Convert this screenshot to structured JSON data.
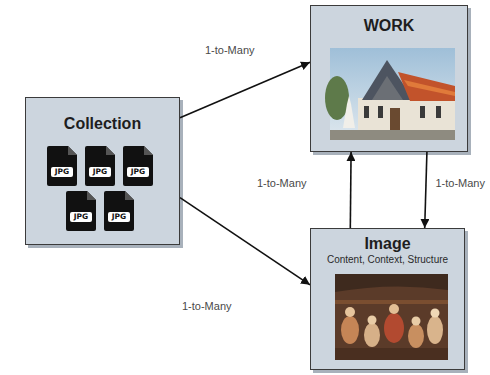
{
  "diagram": {
    "nodes": [
      {
        "text": [
          "Collection"
        ]
      },
      {
        "text": [
          "WORK"
        ]
      },
      {
        "text": [
          "Image",
          "Content, Context, Structure"
        ]
      }
    ],
    "edges": [
      {
        "from": 0,
        "to": 1,
        "arrow": "to",
        "label": "1-to-Many"
      },
      {
        "from": 0,
        "to": 2,
        "arrow": "to",
        "label": "1-to-Many"
      },
      {
        "from": 2,
        "to": 1,
        "arrow": "to",
        "label": "1-to-Many"
      },
      {
        "from": 1,
        "to": 2,
        "arrow": "to",
        "label": "1-to-Many"
      }
    ],
    "labels": [
      "JPG",
      "JPG",
      "JPG",
      "JPG",
      "JPG"
    ]
  }
}
